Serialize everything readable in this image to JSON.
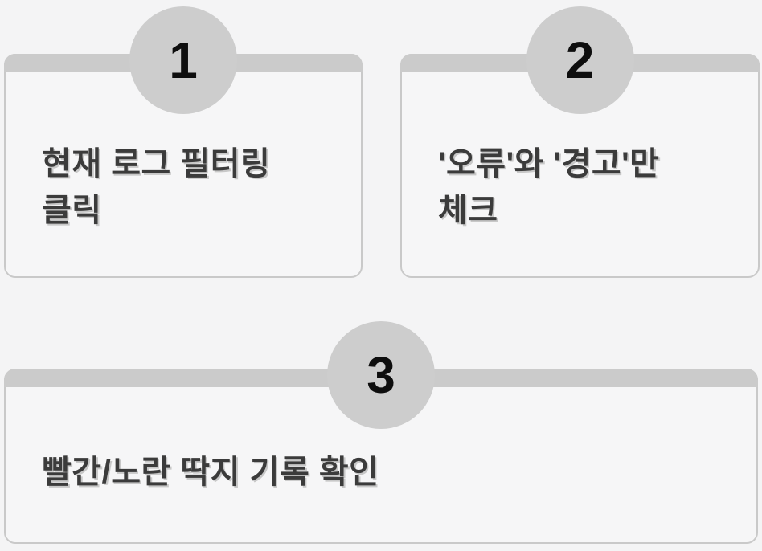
{
  "diagram": {
    "background_color": "#f4f4f5",
    "card_color": "#f6f6f7",
    "accent_gray": "#cbcbcb",
    "border_color": "#c9c9c9",
    "text_color": "#3b3b3b",
    "number_color": "#0e0e0e",
    "steps": [
      {
        "number": "1",
        "label": "현재 로그 필터링\n클릭"
      },
      {
        "number": "2",
        "label": "'오류'와 '경고'만\n체크"
      },
      {
        "number": "3",
        "label": "빨간/노란 딱지 기록 확인"
      }
    ]
  }
}
